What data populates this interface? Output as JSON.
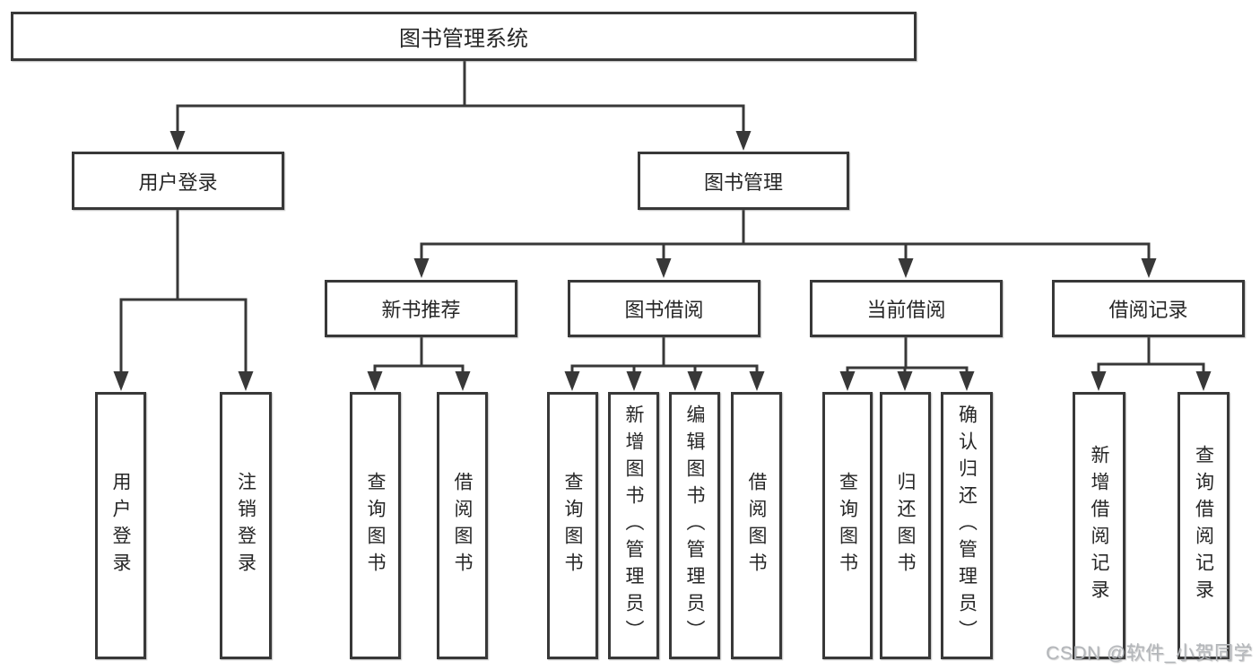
{
  "diagram": {
    "root": {
      "label": "图书管理系统"
    },
    "branches": [
      {
        "label": "用户登录",
        "children": [
          {
            "label": "用户登录"
          },
          {
            "label": "注销登录"
          }
        ]
      },
      {
        "label": "图书管理",
        "groups": [
          {
            "label": "新书推荐",
            "children": [
              {
                "label": "查询图书"
              },
              {
                "label": "借阅图书"
              }
            ]
          },
          {
            "label": "图书借阅",
            "children": [
              {
                "label": "查询图书"
              },
              {
                "label": "新增图书（管理员）"
              },
              {
                "label": "编辑图书（管理员）"
              },
              {
                "label": "借阅图书"
              }
            ]
          },
          {
            "label": "当前借阅",
            "children": [
              {
                "label": "查询图书"
              },
              {
                "label": "归还图书"
              },
              {
                "label": "确认归还（管理员）"
              }
            ]
          },
          {
            "label": "借阅记录",
            "children": [
              {
                "label": "新增借阅记录"
              },
              {
                "label": "查询借阅记录"
              }
            ]
          }
        ]
      }
    ]
  },
  "watermark": {
    "text": "CSDN @软件_小贺同学"
  },
  "colors": {
    "line": "#383838",
    "border": "#383838",
    "text": "#262626",
    "background": "#ffffff",
    "watermark": "#b3b6ba"
  }
}
